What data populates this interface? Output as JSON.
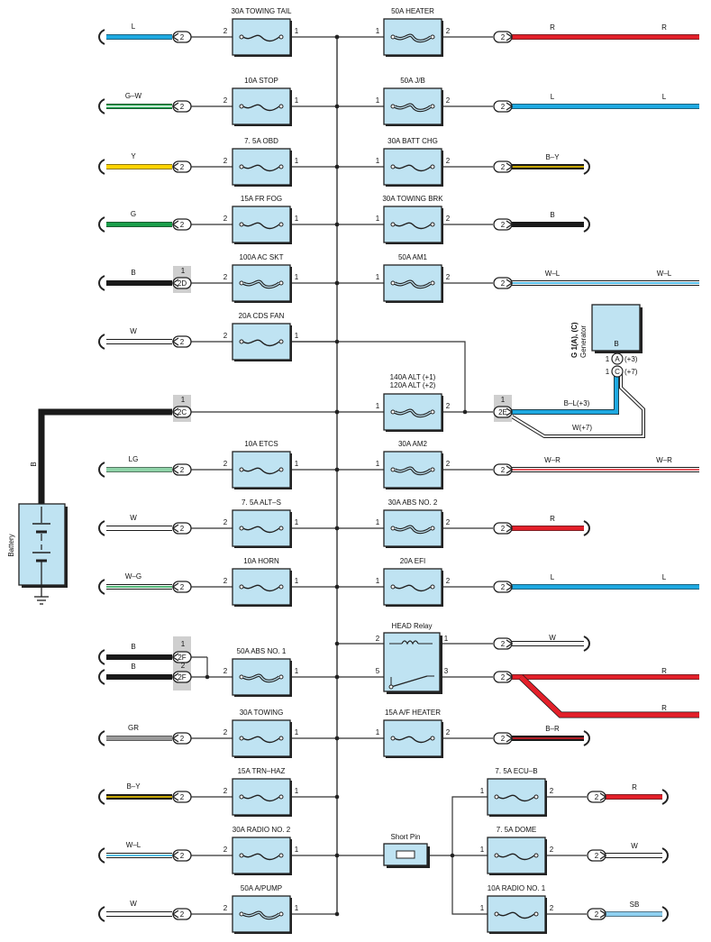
{
  "left_fuses": [
    {
      "title": "30A TOWING TAIL",
      "wire": "L",
      "color": "#1ea9e1",
      "conn": "2",
      "type": "fuse",
      "pin_left": "2",
      "pin_right": "1"
    },
    {
      "title": "10A STOP",
      "wire": "G–W",
      "color": "#1a9e4a",
      "stripe": "#ffffff",
      "conn": "2",
      "type": "fuse",
      "pin_left": "2",
      "pin_right": "1"
    },
    {
      "title": "7. 5A OBD",
      "wire": "Y",
      "color": "#ffd400",
      "conn": "2",
      "type": "fuse",
      "pin_left": "2",
      "pin_right": "1"
    },
    {
      "title": "15A FR FOG",
      "wire": "G",
      "color": "#1a9e4a",
      "conn": "2",
      "type": "fuse",
      "pin_left": "2",
      "pin_right": "1"
    },
    {
      "title": "100A AC SKT",
      "wire": "B",
      "color": "#1a1a1a",
      "conn": "2D",
      "conn_pin": "1",
      "type": "fusible",
      "pin_left": "2",
      "pin_right": "1"
    },
    {
      "title": "20A CDS FAN",
      "wire": "W",
      "color": "#ffffff",
      "conn": "2",
      "type": "fuse",
      "pin_left": "2",
      "pin_right": "1"
    },
    {
      "title": "",
      "wire": "",
      "color": "",
      "conn": "2C",
      "conn_pin": "1",
      "type": "battery_link"
    },
    {
      "title": "10A ETCS",
      "wire": "LG",
      "color": "#8fd3a8",
      "conn": "2",
      "type": "fuse",
      "pin_left": "2",
      "pin_right": "1"
    },
    {
      "title": "7. 5A ALT–S",
      "wire": "W",
      "color": "#ffffff",
      "conn": "2",
      "type": "fuse",
      "pin_left": "2",
      "pin_right": "1"
    },
    {
      "title": "10A HORN",
      "wire": "W–G",
      "color": "#ffffff",
      "stripe": "#1a9e4a",
      "conn": "2",
      "type": "fuse",
      "pin_left": "2",
      "pin_right": "1"
    },
    {
      "title": "50A ABS NO. 1",
      "wire": "B",
      "color": "#1a1a1a",
      "conn": "2F",
      "type": "fusible",
      "pin_left": "2",
      "pin_right": "1"
    },
    {
      "title": "30A TOWING",
      "wire": "GR",
      "color": "#9a9a9a",
      "conn": "2",
      "type": "fuse",
      "pin_left": "2",
      "pin_right": "1"
    },
    {
      "title": "15A TRN–HAZ",
      "wire": "B–Y",
      "color": "#1a1a1a",
      "stripe": "#ffd400",
      "conn": "2",
      "type": "fuse",
      "pin_left": "2",
      "pin_right": "1"
    },
    {
      "title": "30A RADIO NO. 2",
      "wire": "W–L",
      "color": "#ffffff",
      "stripe": "#1ea9e1",
      "conn": "2",
      "type": "fuse",
      "pin_left": "2",
      "pin_right": "1"
    },
    {
      "title": "50A A/PUMP",
      "wire": "W",
      "color": "#ffffff",
      "conn": "2",
      "type": "fusible",
      "pin_left": "2",
      "pin_right": "1"
    }
  ],
  "right_fuses": [
    {
      "title": "50A HEATER",
      "wire_near": "R",
      "wire_far": "R",
      "color": "#e3202a",
      "conn": "2",
      "type": "fusible",
      "pin_left": "1",
      "pin_right": "2"
    },
    {
      "title": "50A J/B",
      "wire_near": "L",
      "wire_far": "L",
      "color": "#1ea9e1",
      "conn": "2",
      "type": "fusible",
      "pin_left": "1",
      "pin_right": "2"
    },
    {
      "title": "30A BATT CHG",
      "wire_near": "B–Y",
      "wire_far": "",
      "color": "#1a1a1a",
      "stripe": "#ffd400",
      "conn": "2",
      "type": "fuse",
      "pin_left": "1",
      "pin_right": "2"
    },
    {
      "title": "30A TOWING BRK",
      "wire_near": "B",
      "wire_far": "",
      "color": "#1a1a1a",
      "conn": "2",
      "type": "fuse",
      "pin_left": "1",
      "pin_right": "2"
    },
    {
      "title": "50A AM1",
      "wire_near": "W–L",
      "wire_far": "W–L",
      "color": "#ffffff",
      "stripe": "#1ea9e1",
      "conn": "2",
      "type": "fusible",
      "pin_left": "1",
      "pin_right": "2"
    },
    {
      "title": "140A ALT (+1)",
      "title2": "120A ALT (+2)",
      "conn": "2E",
      "conn_pin": "1",
      "type": "fusible",
      "pin_left": "1",
      "pin_right": "2"
    },
    {
      "title": "30A AM2",
      "wire_near": "W–R",
      "wire_far": "W–R",
      "color": "#ffffff",
      "stripe": "#e3202a",
      "conn": "2",
      "type": "fusible",
      "pin_left": "1",
      "pin_right": "2"
    },
    {
      "title": "30A ABS NO. 2",
      "wire_near": "R",
      "wire_far": "",
      "color": "#e3202a",
      "conn": "2",
      "type": "fusible",
      "pin_left": "1",
      "pin_right": "2"
    },
    {
      "title": "20A EFI",
      "wire_near": "L",
      "wire_far": "L",
      "color": "#1ea9e1",
      "conn": "2",
      "type": "fuse",
      "pin_left": "1",
      "pin_right": "2"
    },
    {
      "title": "15A A/F HEATER",
      "wire_near": "B–R",
      "wire_far": "",
      "color": "#1a1a1a",
      "stripe": "#e3202a",
      "conn": "2",
      "type": "fuse",
      "pin_left": "1",
      "pin_right": "2"
    }
  ],
  "relay": {
    "title": "HEAD Relay",
    "pins": [
      "2",
      "1",
      "5",
      "3"
    ],
    "out1_wire": "W",
    "out3_wire": "R",
    "out3b_wire": "R"
  },
  "short_pin": {
    "title": "Short Pin"
  },
  "far_right_fuses": [
    {
      "title": "7. 5A ECU–B",
      "wire": "R",
      "color": "#e3202a",
      "conn": "2",
      "pin_left": "1",
      "pin_right": "2"
    },
    {
      "title": "7. 5A DOME",
      "wire": "W",
      "color": "#ffffff",
      "conn": "2",
      "pin_left": "1",
      "pin_right": "2"
    },
    {
      "title": "10A RADIO NO. 1",
      "wire": "SB",
      "color": "#8fd0f0",
      "conn": "2",
      "pin_left": "1",
      "pin_right": "2"
    }
  ],
  "battery": {
    "label": "Battery",
    "wire": "B"
  },
  "generator": {
    "ref": "G 1(A), (C)",
    "name": "Generator",
    "terminal": "B",
    "pinA": {
      "num": "1",
      "letter": "A",
      "note": "(+3)"
    },
    "pinC": {
      "num": "1",
      "letter": "C",
      "note": "(+7)"
    },
    "wire1": "B–L(+3)",
    "wire2": "W(+7)"
  }
}
